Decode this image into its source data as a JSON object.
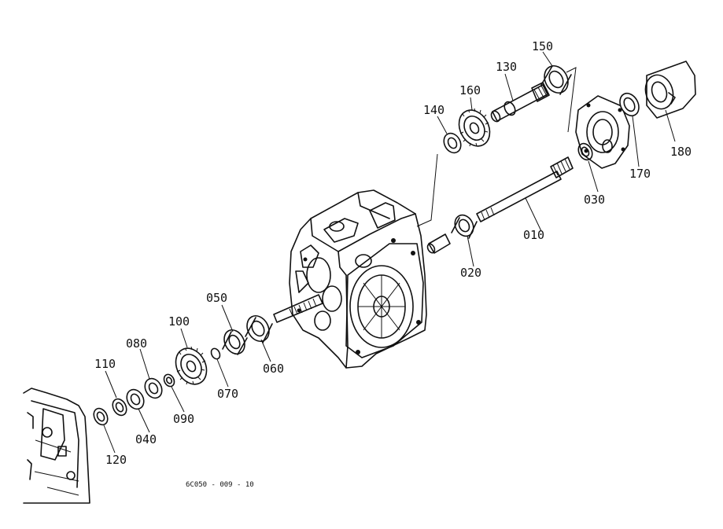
{
  "drawing_code": "6C050 - 009 - 10",
  "callouts": {
    "p010": "010",
    "p020": "020",
    "p030": "030",
    "p040": "040",
    "p050": "050",
    "p060": "060",
    "p070": "070",
    "p080": "080",
    "p090": "090",
    "p100": "100",
    "p110": "110",
    "p120": "120",
    "p130": "130",
    "p140": "140",
    "p150": "150",
    "p160": "160",
    "p170": "170",
    "p180": "180"
  }
}
